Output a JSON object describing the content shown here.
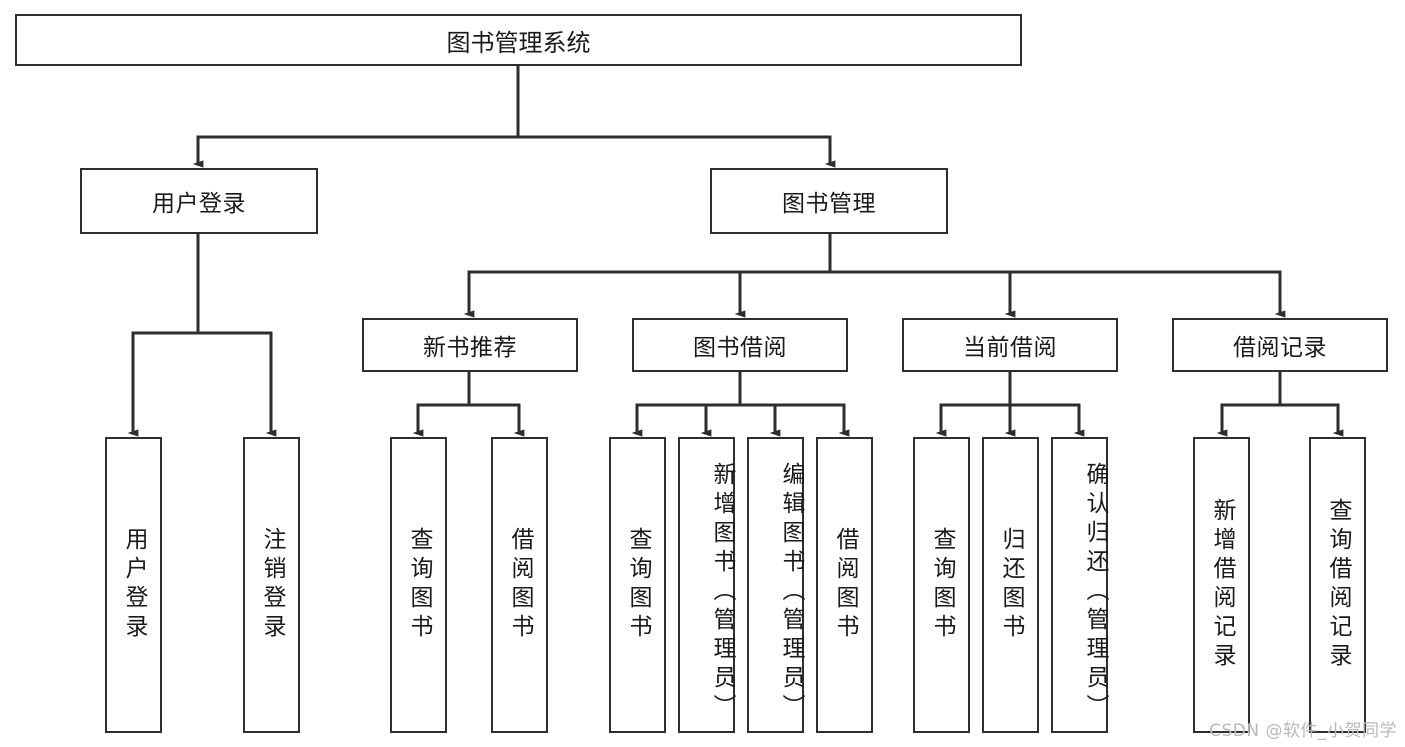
{
  "diagram": {
    "title": "图书管理系统",
    "watermark": "CSDN @软件_小贺同学",
    "colors": {
      "stroke": "#2e2e2e",
      "fill": "#ffffff",
      "text": "#1a1a1a",
      "watermark": "#b9b9b9"
    },
    "nodes": {
      "root": "图书管理系统",
      "level1": {
        "user_login": "用户登录",
        "book_manage": "图书管理"
      },
      "level2": {
        "new_book_recommend": "新书推荐",
        "book_borrow": "图书借阅",
        "current_borrow": "当前借阅",
        "borrow_record": "借阅记录"
      },
      "leaves": {
        "user_login_leaf": "用户登录",
        "logout_leaf": "注销登录",
        "recommend_query": "查询图书",
        "recommend_borrow": "借阅图书",
        "borrow_query": "查询图书",
        "borrow_add": "新增图书（管理员）",
        "borrow_edit": "编辑图书（管理员）",
        "borrow_lend": "借阅图书",
        "current_query": "查询图书",
        "current_return": "归还图书",
        "current_confirm": "确认归还（管理员）",
        "record_add": "新增借阅记录",
        "record_query": "查询借阅记录"
      }
    }
  },
  "chart_data": {
    "type": "tree-diagram",
    "title": "图书管理系统",
    "orientation": "top-down",
    "levels": 4,
    "tree": {
      "label": "图书管理系统",
      "children": [
        {
          "label": "用户登录",
          "children": [
            {
              "label": "用户登录",
              "children": []
            },
            {
              "label": "注销登录",
              "children": []
            }
          ]
        },
        {
          "label": "图书管理",
          "children": [
            {
              "label": "新书推荐",
              "children": [
                {
                  "label": "查询图书",
                  "children": []
                },
                {
                  "label": "借阅图书",
                  "children": []
                }
              ]
            },
            {
              "label": "图书借阅",
              "children": [
                {
                  "label": "查询图书",
                  "children": []
                },
                {
                  "label": "新增图书（管理员）",
                  "children": []
                },
                {
                  "label": "编辑图书（管理员）",
                  "children": []
                },
                {
                  "label": "借阅图书",
                  "children": []
                }
              ]
            },
            {
              "label": "当前借阅",
              "children": [
                {
                  "label": "查询图书",
                  "children": []
                },
                {
                  "label": "归还图书",
                  "children": []
                },
                {
                  "label": "确认归还（管理员）",
                  "children": []
                }
              ]
            },
            {
              "label": "借阅记录",
              "children": [
                {
                  "label": "新增借阅记录",
                  "children": []
                },
                {
                  "label": "查询借阅记录",
                  "children": []
                }
              ]
            }
          ]
        }
      ]
    }
  }
}
